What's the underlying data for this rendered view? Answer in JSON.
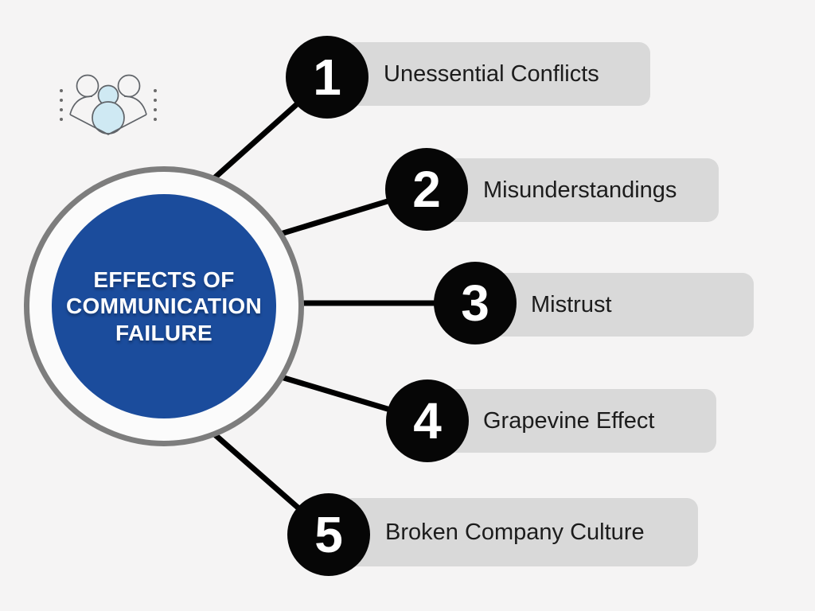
{
  "canvas": {
    "background": "#f5f4f4"
  },
  "colors": {
    "accent_blue": "#1b4c9c",
    "ring_gray": "#7d7d7d",
    "pill_gray": "#d9d9d9",
    "badge_black": "#060606",
    "label_text": "#1c1c1c",
    "title_text": "#ffffff",
    "line_black": "#000000",
    "icon_blue_fill": "#cfe9f3",
    "icon_stroke": "#5f6368"
  },
  "center": {
    "title": "EFFECTS OF COMMUNICATION FAILURE",
    "title_lines": [
      "EFFECTS OF",
      "COMMUNICATION",
      "FAILURE"
    ]
  },
  "items": [
    {
      "number": "1",
      "label": "Unessential Conflicts"
    },
    {
      "number": "2",
      "label": "Misunderstandings"
    },
    {
      "number": "3",
      "label": "Mistrust"
    },
    {
      "number": "4",
      "label": "Grapevine Effect"
    },
    {
      "number": "5",
      "label": "Broken Company Culture"
    }
  ],
  "icon": {
    "name": "people-group-icon"
  }
}
